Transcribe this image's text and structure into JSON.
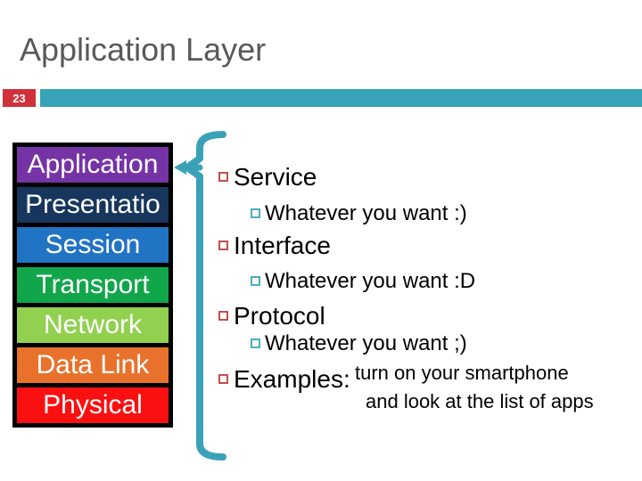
{
  "slide": {
    "title": "Application Layer",
    "page_number": "23"
  },
  "colors": {
    "title_gray": "#595959",
    "page_number_red": "#D0313B",
    "band_teal": "#38A2B9",
    "brace_teal": "#3AA2B8",
    "bullet_level1_border": "#C0504D",
    "bullet_level2_border": "#4BACC6",
    "stack_frame": "#000000"
  },
  "stack": {
    "layers": [
      {
        "label": "Application",
        "color": "#7533A6"
      },
      {
        "label": "Presentatio",
        "color": "#17365D"
      },
      {
        "label": "Session",
        "color": "#2173C4"
      },
      {
        "label": "Transport",
        "color": "#12A64B"
      },
      {
        "label": "Network",
        "color": "#92D050"
      },
      {
        "label": "Data Link",
        "color": "#E8722C"
      },
      {
        "label": "Physical",
        "color": "#FA1010"
      }
    ]
  },
  "bullets": {
    "service": {
      "level": 1,
      "text": "Service"
    },
    "service_sub": {
      "level": 2,
      "text": "Whatever you want :)"
    },
    "interface": {
      "level": 1,
      "text": "Interface"
    },
    "interface_sub": {
      "level": 2,
      "text": "Whatever you want :D"
    },
    "protocol": {
      "level": 1,
      "text": "Protocol"
    },
    "protocol_sub": {
      "level": 2,
      "text": "Whatever you want ;)"
    },
    "examples": {
      "level": 1,
      "text": "Examples:"
    }
  },
  "annotation": {
    "line1": "turn on your smartphone",
    "line2": "and look at the list of apps"
  }
}
